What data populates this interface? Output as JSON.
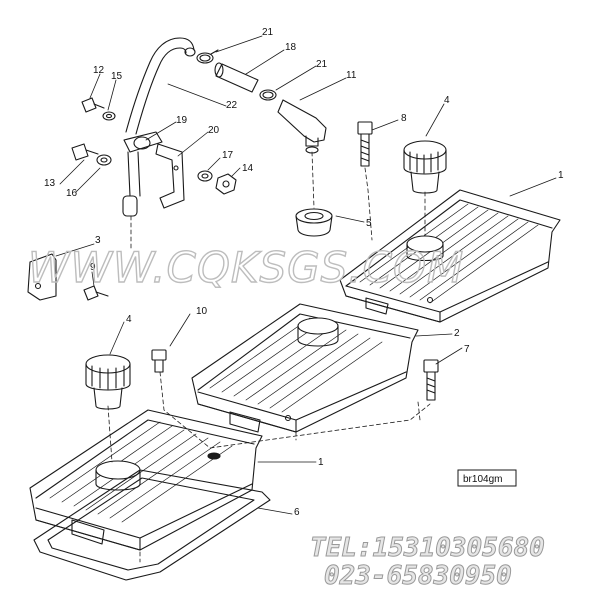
{
  "diagram": {
    "callouts": [
      {
        "id": "c21a",
        "label": "21"
      },
      {
        "id": "c18",
        "label": "18"
      },
      {
        "id": "c21b",
        "label": "21"
      },
      {
        "id": "c11",
        "label": "11"
      },
      {
        "id": "c12",
        "label": "12"
      },
      {
        "id": "c15",
        "label": "15"
      },
      {
        "id": "c22",
        "label": "22"
      },
      {
        "id": "c19",
        "label": "19"
      },
      {
        "id": "c20",
        "label": "20"
      },
      {
        "id": "c13",
        "label": "13"
      },
      {
        "id": "c16",
        "label": "16"
      },
      {
        "id": "c17",
        "label": "17"
      },
      {
        "id": "c14",
        "label": "14"
      },
      {
        "id": "c8",
        "label": "8"
      },
      {
        "id": "c4a",
        "label": "4"
      },
      {
        "id": "c1a",
        "label": "1"
      },
      {
        "id": "c5",
        "label": "5"
      },
      {
        "id": "c3",
        "label": "3"
      },
      {
        "id": "c9",
        "label": "9"
      },
      {
        "id": "c10",
        "label": "10"
      },
      {
        "id": "c4b",
        "label": "4"
      },
      {
        "id": "c2",
        "label": "2"
      },
      {
        "id": "c7",
        "label": "7"
      },
      {
        "id": "c1b",
        "label": "1"
      },
      {
        "id": "c6",
        "label": "6"
      }
    ],
    "reference_code": "br104gm"
  },
  "watermark": {
    "site": "WWW.CQKSGS.COM",
    "tel_line": "TEL:15310305680",
    "phone_line": "023-65830950"
  }
}
